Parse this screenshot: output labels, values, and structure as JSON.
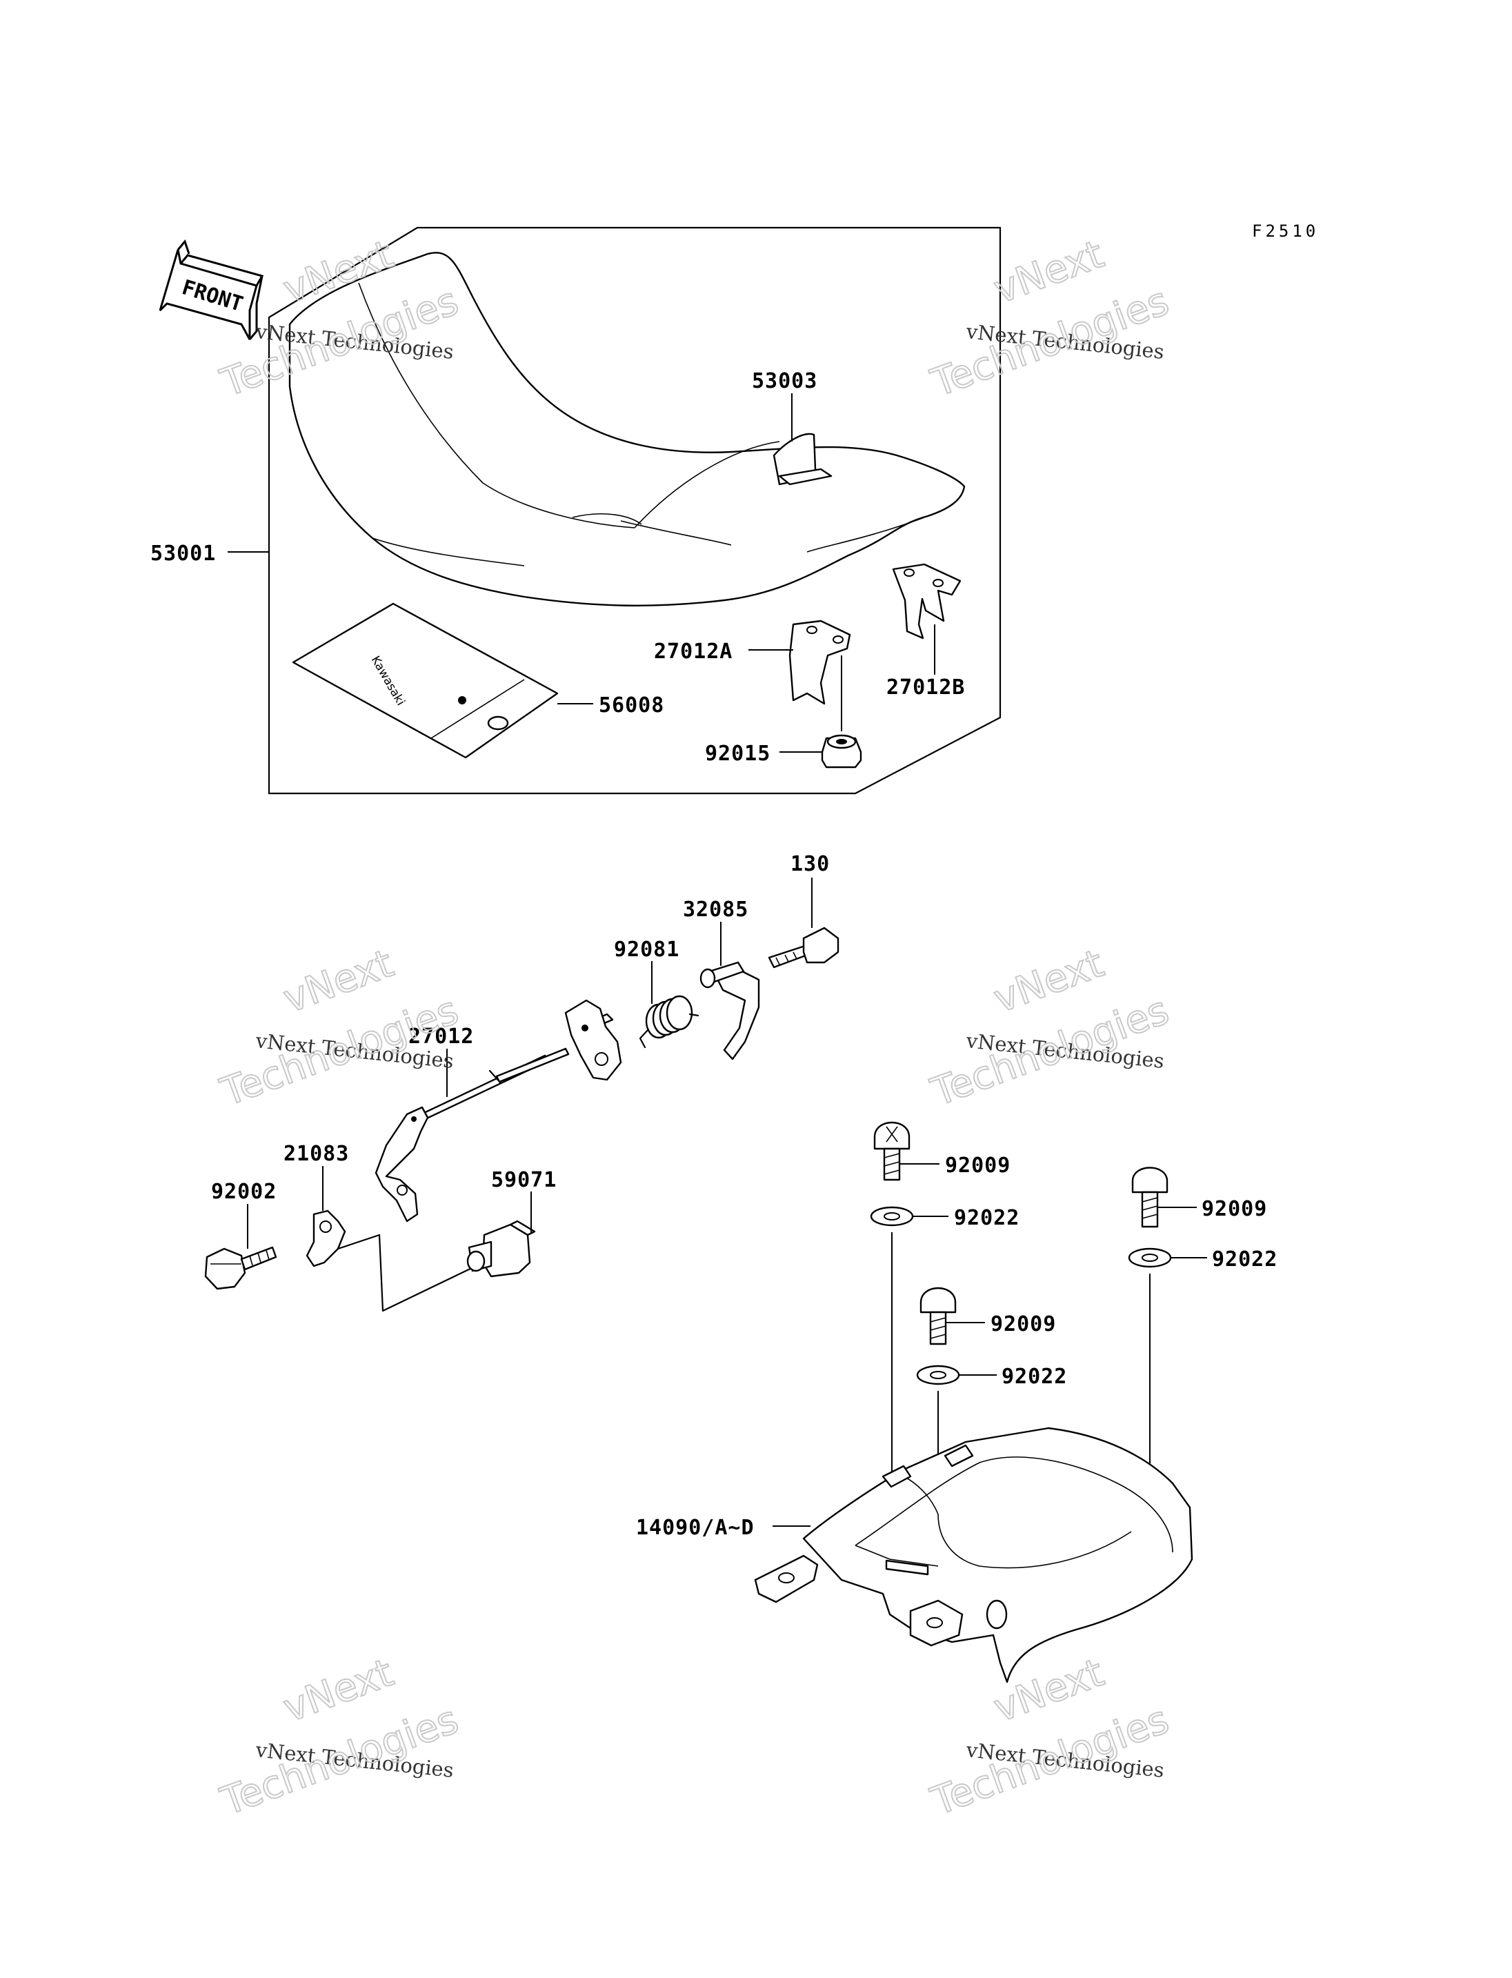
{
  "figure_code": "F2510",
  "front_label": "FRONT",
  "pad_logo_text": "Kawasaki",
  "watermarks": [
    {
      "line1": "vNext",
      "line2": "vNext Technologies",
      "line3": "Technologies"
    },
    {
      "line1": "vNext",
      "line2": "vNext Technologies",
      "line3": "Technologies"
    },
    {
      "line1": "vNext",
      "line2": "vNext Technologies",
      "line3": "Technologies"
    },
    {
      "line1": "vNext",
      "line2": "vNext Technologies",
      "line3": "Technologies"
    },
    {
      "line1": "vNext",
      "line2": "vNext Technologies",
      "line3": "Technologies"
    },
    {
      "line1": "vNext",
      "line2": "vNext Technologies",
      "line3": "Technologies"
    }
  ],
  "parts": {
    "seat": "53001",
    "seat_cover_strap": "53003",
    "tool_pad": "56008",
    "bracket_a": "27012A",
    "bracket_b": "27012B",
    "nut": "92015",
    "bolt_130": "130",
    "hook": "32085",
    "spring": "92081",
    "rod": "27012",
    "lever": "21083",
    "bolt_92002": "92002",
    "cable_holder": "59071",
    "screw_1": "92009",
    "washer_1": "92022",
    "screw_2": "92009",
    "washer_2": "92022",
    "screw_3": "92009",
    "washer_3": "92022",
    "seat_cowl": "14090/A~D"
  }
}
